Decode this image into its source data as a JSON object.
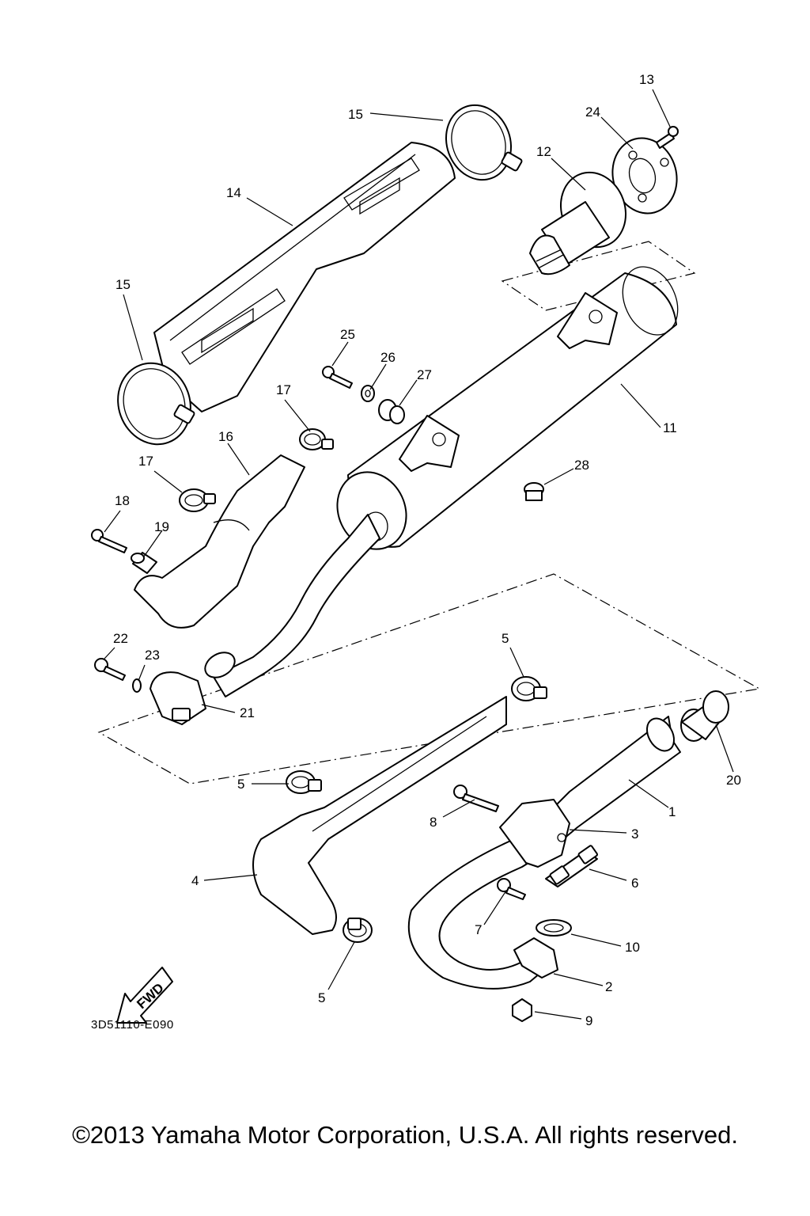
{
  "diagram": {
    "drawing_code": "3D51110-E090",
    "fwd_label": "FWD",
    "callouts": [
      {
        "id": "c13",
        "label": "13"
      },
      {
        "id": "c24",
        "label": "24"
      },
      {
        "id": "c15a",
        "label": "15"
      },
      {
        "id": "c12",
        "label": "12"
      },
      {
        "id": "c14",
        "label": "14"
      },
      {
        "id": "c15b",
        "label": "15"
      },
      {
        "id": "c25",
        "label": "25"
      },
      {
        "id": "c26",
        "label": "26"
      },
      {
        "id": "c27",
        "label": "27"
      },
      {
        "id": "c17a",
        "label": "17"
      },
      {
        "id": "c16",
        "label": "16"
      },
      {
        "id": "c11",
        "label": "11"
      },
      {
        "id": "c17b",
        "label": "17"
      },
      {
        "id": "c28",
        "label": "28"
      },
      {
        "id": "c18",
        "label": "18"
      },
      {
        "id": "c19",
        "label": "19"
      },
      {
        "id": "c22",
        "label": "22"
      },
      {
        "id": "c23",
        "label": "23"
      },
      {
        "id": "c5a",
        "label": "5"
      },
      {
        "id": "c21",
        "label": "21"
      },
      {
        "id": "c20",
        "label": "20"
      },
      {
        "id": "c5b",
        "label": "5"
      },
      {
        "id": "c1",
        "label": "1"
      },
      {
        "id": "c8",
        "label": "8"
      },
      {
        "id": "c3",
        "label": "3"
      },
      {
        "id": "c4",
        "label": "4"
      },
      {
        "id": "c6",
        "label": "6"
      },
      {
        "id": "c7",
        "label": "7"
      },
      {
        "id": "c10",
        "label": "10"
      },
      {
        "id": "c2",
        "label": "2"
      },
      {
        "id": "c5c",
        "label": "5"
      },
      {
        "id": "c9",
        "label": "9"
      }
    ]
  },
  "footer": {
    "copyright": "©2013 Yamaha Motor Corporation, U.S.A. All rights reserved."
  }
}
